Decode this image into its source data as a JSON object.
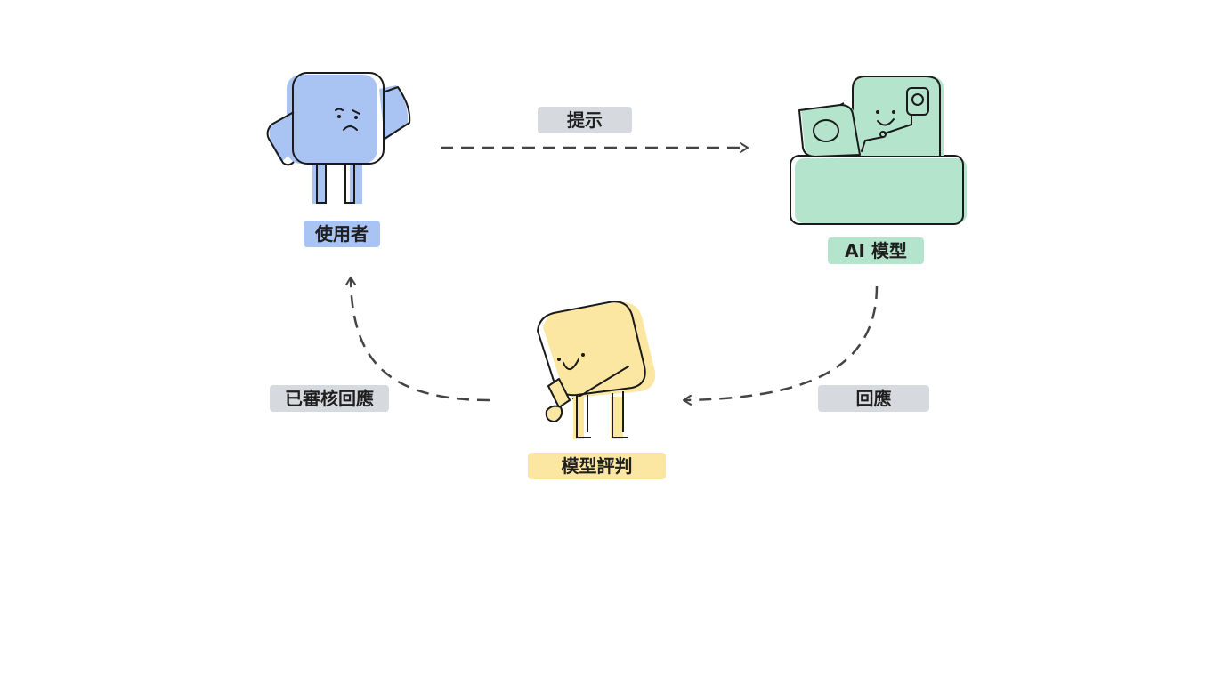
{
  "nodes": {
    "user": {
      "label": "使用者",
      "color": "#a9c3f2",
      "icon": "puzzled-square-character"
    },
    "ai_model": {
      "label": "AI 模型",
      "color": "#b4e4cc",
      "icon": "robot-at-desk-character"
    },
    "judge": {
      "label": "模型評判",
      "color": "#fbe6a2",
      "icon": "bending-square-character"
    }
  },
  "edges": {
    "prompt": {
      "label": "提示"
    },
    "response": {
      "label": "回應"
    },
    "reviewed_response": {
      "label": "已審核回應"
    }
  },
  "colors": {
    "arrow": "#444444",
    "outline": "#1a1a1a",
    "edge_label_bg": "#d6dadf"
  }
}
